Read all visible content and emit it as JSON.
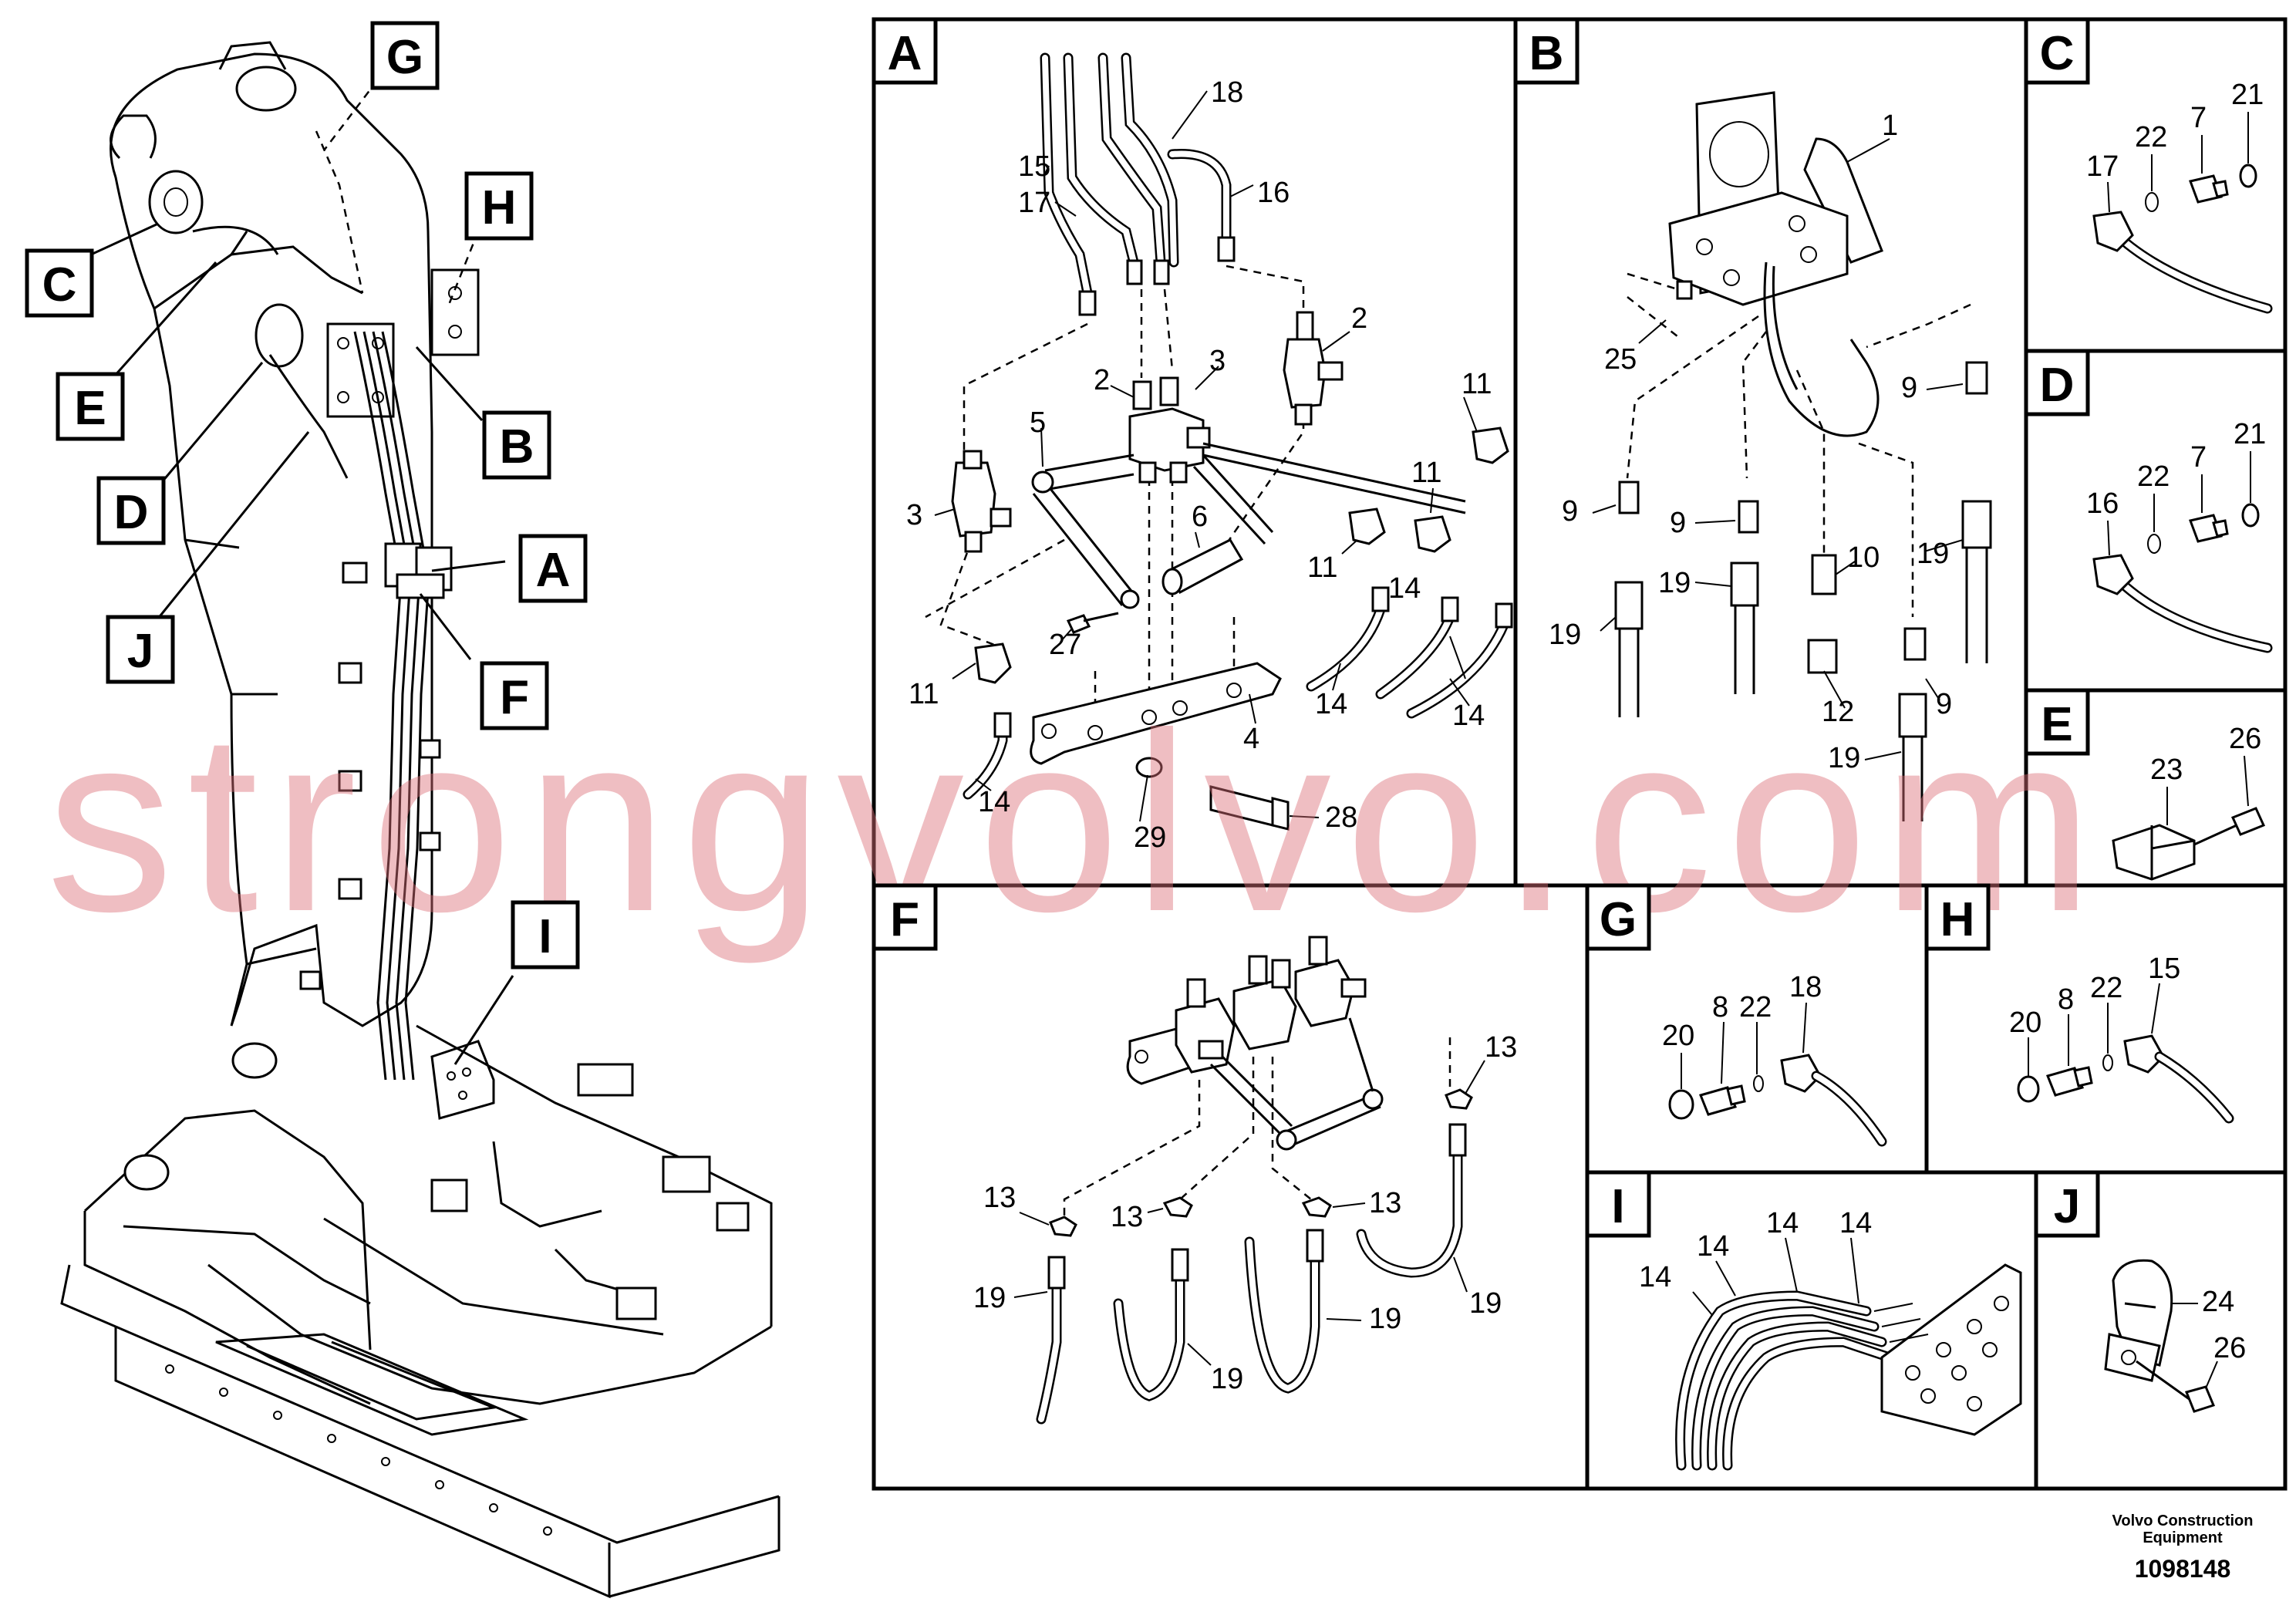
{
  "overview_callouts": [
    "G",
    "H",
    "C",
    "E",
    "B",
    "D",
    "A",
    "J",
    "F",
    "I"
  ],
  "panels": {
    "A": {
      "letter": "A",
      "numbers": [
        "18",
        "15",
        "17",
        "16",
        "2",
        "2",
        "3",
        "5",
        "3",
        "6",
        "11",
        "11",
        "11",
        "27",
        "11",
        "14",
        "14",
        "14",
        "4",
        "14",
        "29",
        "28"
      ]
    },
    "B": {
      "letter": "B",
      "numbers": [
        "1",
        "25",
        "9",
        "9",
        "9",
        "10",
        "19",
        "19",
        "19",
        "12",
        "9",
        "19"
      ]
    },
    "C": {
      "letter": "C",
      "numbers": [
        "21",
        "22",
        "7",
        "17"
      ]
    },
    "D": {
      "letter": "D",
      "numbers": [
        "21",
        "22",
        "7",
        "16"
      ]
    },
    "E": {
      "letter": "E",
      "numbers": [
        "26",
        "23"
      ]
    },
    "F": {
      "letter": "F",
      "numbers": [
        "13",
        "13",
        "13",
        "13",
        "19",
        "19",
        "19",
        "19"
      ]
    },
    "G": {
      "letter": "G",
      "numbers": [
        "18",
        "8",
        "22",
        "20"
      ]
    },
    "H": {
      "letter": "H",
      "numbers": [
        "15",
        "8",
        "22",
        "20"
      ]
    },
    "I": {
      "letter": "I",
      "numbers": [
        "14",
        "14",
        "14",
        "14"
      ]
    },
    "J": {
      "letter": "J",
      "numbers": [
        "24",
        "26"
      ]
    }
  },
  "watermark": "strongvolvo.com",
  "footer": {
    "line1": "Volvo Construction",
    "line2": "Equipment",
    "drawing_number": "1098148"
  }
}
